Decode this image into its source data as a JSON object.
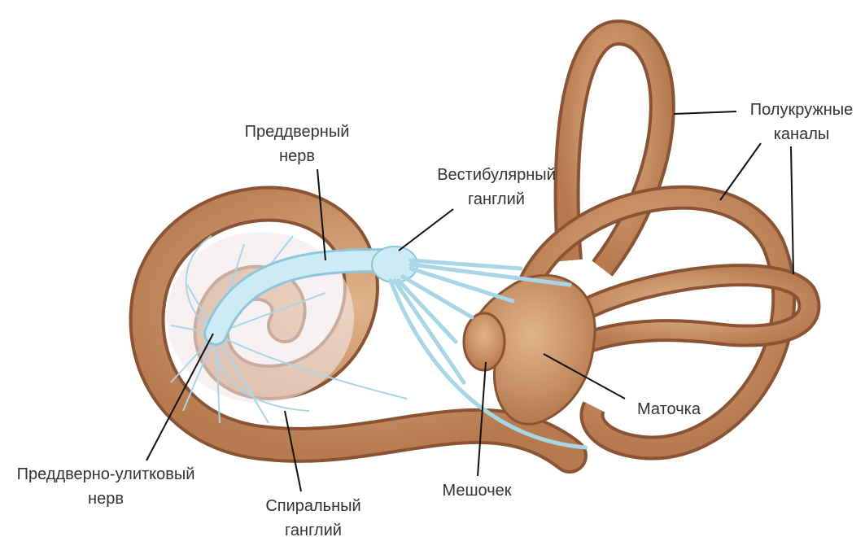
{
  "labels": {
    "vestibular_nerve": [
      "Преддверный",
      "нерв"
    ],
    "vestibular_ganglion": [
      "Вестибулярный",
      "ганглий"
    ],
    "semicircular_canals": [
      "Полукружные",
      "каналы"
    ],
    "utricle": [
      "Маточка"
    ],
    "saccule": [
      "Мешочек"
    ],
    "spiral_ganglion": [
      "Спиральный",
      "ганглий"
    ],
    "vestibulocochlear_nerve": [
      "Преддверно-улитковый",
      "нерв"
    ]
  },
  "colors": {
    "bone": "#c68e62",
    "bone_dark": "#8a5434",
    "nerve": "#bfe4f0",
    "nerve_dark": "#8cc6da",
    "text": "#333333",
    "leader": "#111111"
  }
}
